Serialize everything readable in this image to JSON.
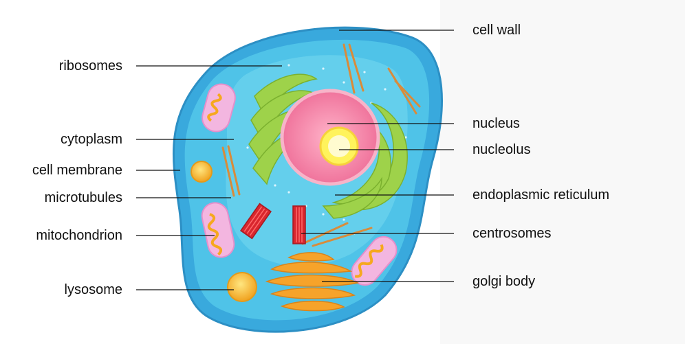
{
  "labels_left": {
    "ribosomes": "ribosomes",
    "cytoplasm": "cytoplasm",
    "cell_membrane": "cell membrane",
    "microtubules": "microtubules",
    "mitochondrion": "mitochondrion",
    "lysosome": "lysosome"
  },
  "labels_right": {
    "cell_wall": "cell wall",
    "nucleus": "nucleus",
    "nucleolus": "nucleolus",
    "endoplasmic_reticulum": "endoplasmic reticulum",
    "centrosomes": "centrosomes",
    "golgi_body": "golgi body"
  },
  "colors": {
    "cell_wall": "#3fb3e3",
    "cytoplasm": "#49c3e6",
    "inner_cytoplasm": "#5fd0ea",
    "nucleus": "#f07fa4",
    "nucleolus": "#fff35c",
    "er": "#9ed24a",
    "golgi": "#f6a32a",
    "mitochondrion": "#f3b6e0",
    "centrosome": "#d8262e",
    "lysosome": "#f7c830",
    "microtubule": "#d98b3a"
  }
}
